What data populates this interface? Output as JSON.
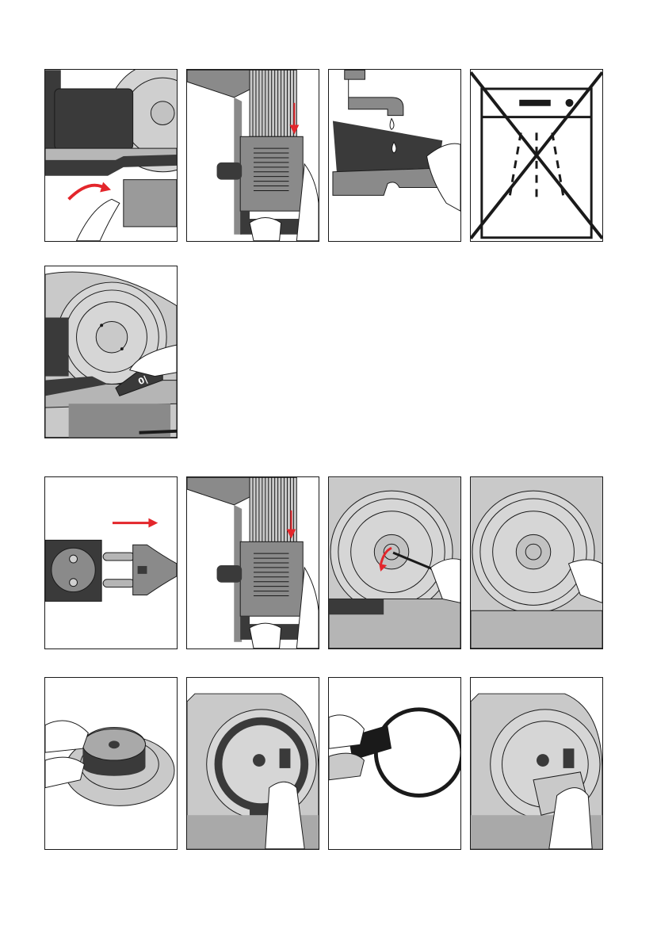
{
  "labels": {
    "knife_sharpener_button": "0|"
  },
  "colors": {
    "accent_arrow": "#e3262b",
    "dark_part": "#3a3a3a",
    "mid_gray": "#8a8a8a",
    "light_gray": "#c9c9c9",
    "outline": "#1a1a1a"
  },
  "icons": [
    "remove-tray-illustration",
    "carriage-slide-down-illustration",
    "rinse-under-tap-illustration",
    "no-dishwasher-icon",
    "switch-on-illustration",
    "unplug-illustration",
    "carriage-down-illustration",
    "unscrew-blade-cover-illustration",
    "remove-blade-cover-illustration",
    "blade-handling-illustration",
    "blade-ring-illustration",
    "ring-removal-illustration",
    "blade-cleaning-illustration"
  ]
}
